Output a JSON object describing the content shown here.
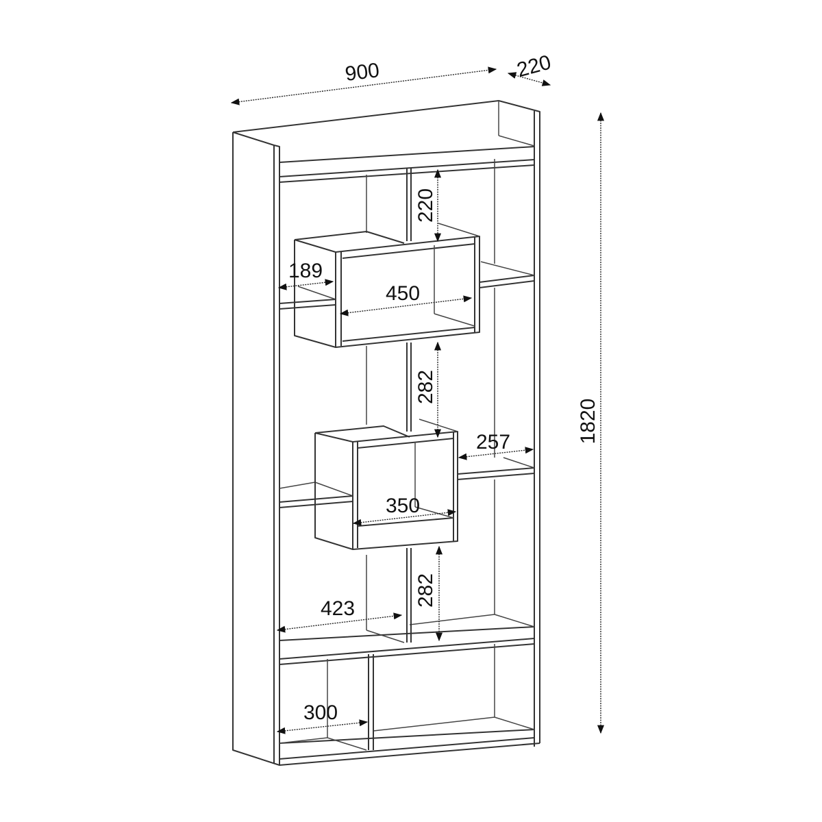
{
  "title": "Bookshelf dimension drawing",
  "units": "mm",
  "dimensions": {
    "width": "900",
    "depth": "220",
    "height": "1820",
    "top_compartment_height": "220",
    "left_shelf_depth": "189",
    "upper_box_width": "450",
    "middle_compartment_height": "282",
    "right_shelf_width": "257",
    "lower_box_width": "350",
    "lower_compartment_height": "282",
    "lower_shelf_width": "423",
    "bottom_compartment_width": "300"
  }
}
